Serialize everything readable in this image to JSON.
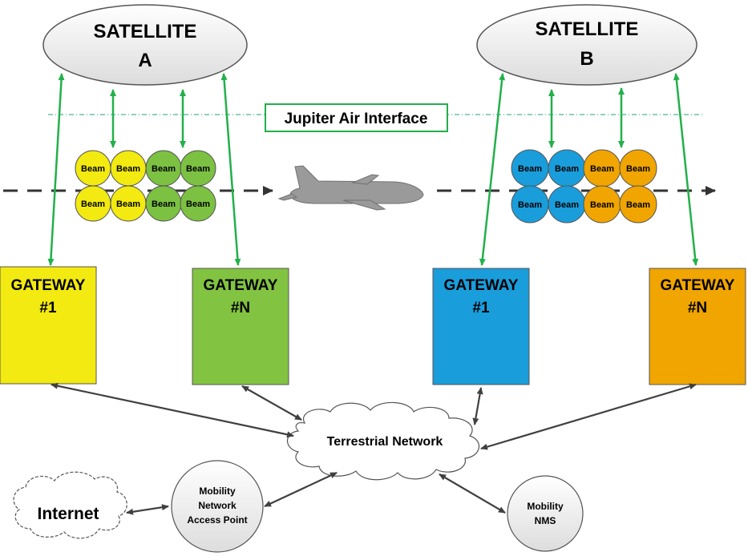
{
  "satellites": {
    "a": {
      "line1": "SATELLITE",
      "line2": "A"
    },
    "b": {
      "line1": "SATELLITE",
      "line2": "B"
    }
  },
  "air_interface": {
    "label": "Jupiter Air Interface"
  },
  "beams": {
    "label": "Beam",
    "colors": {
      "yellow": "#f2ea10",
      "green": "#7cc142",
      "blue": "#1a9ddb",
      "orange": "#f0a500"
    }
  },
  "gateways": {
    "a1": {
      "line1": "GATEWAY",
      "line2": "#1",
      "color": "#f2ea10"
    },
    "an": {
      "line1": "GATEWAY",
      "line2": "#N",
      "color": "#82c341"
    },
    "b1": {
      "line1": "GATEWAY",
      "line2": "#1",
      "color": "#1a9ddb"
    },
    "bn": {
      "line1": "GATEWAY",
      "line2": "#N",
      "color": "#f0a500"
    }
  },
  "terrestrial_network": {
    "label": "Terrestrial Network"
  },
  "internet": {
    "label": "Internet"
  },
  "access_point": {
    "line1": "Mobility",
    "line2": "Network",
    "line3": "Access Point"
  },
  "nms": {
    "line1": "Mobility",
    "line2": "NMS"
  },
  "colors": {
    "link_green": "#22b04a",
    "arrow_gray": "#404040",
    "aircraft": "#9a9a9a",
    "dashed_line": "#333333"
  }
}
